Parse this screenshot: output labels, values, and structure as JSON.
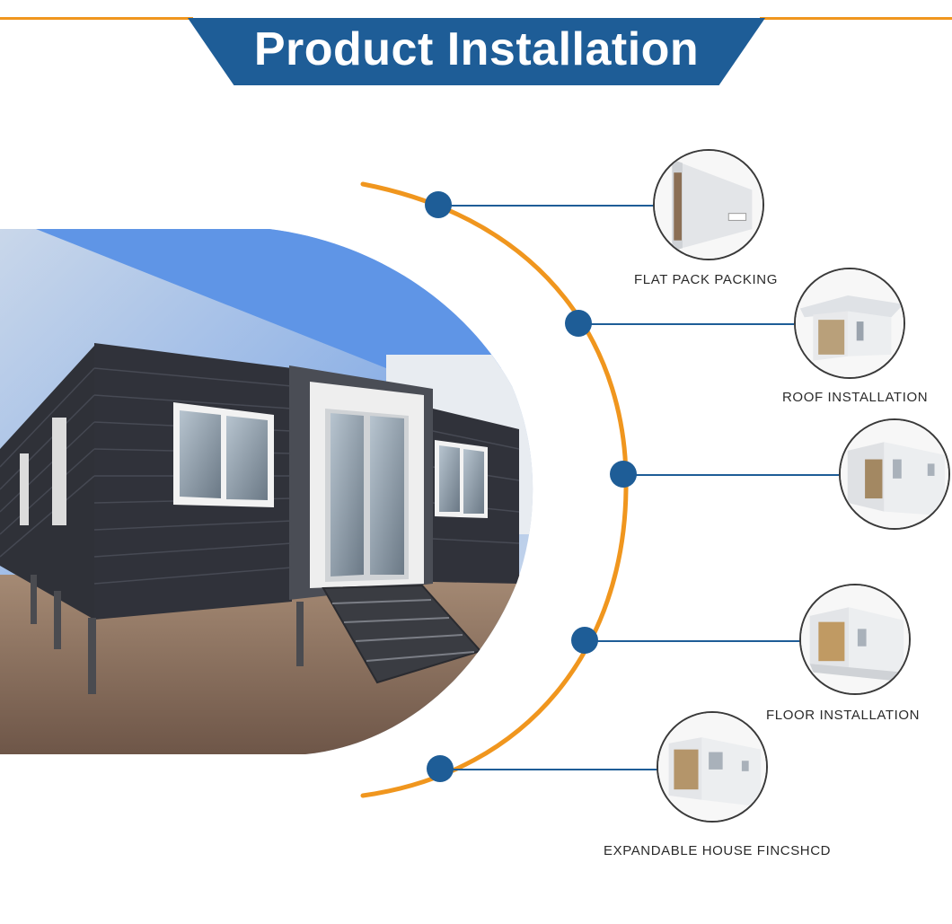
{
  "header": {
    "title": "Product Installation"
  },
  "colors": {
    "banner": "#1e5d97",
    "accent_orange": "#f0961e",
    "node_blue": "#1e5d97",
    "caption_text": "#2a2a2a"
  },
  "steps": [
    {
      "label": "FLAT PACK PACKING",
      "icon": "flat-pack-container-image"
    },
    {
      "label": "ROOF INSTALLATION",
      "icon": "roof-install-image"
    },
    {
      "label": "",
      "icon": "wall-expansion-image"
    },
    {
      "label": "FLOOR INSTALLATION",
      "icon": "floor-install-image"
    },
    {
      "label": "EXPANDABLE HOUSE FINCSHCD",
      "icon": "finished-house-image"
    }
  ],
  "hero": {
    "icon": "expandable-house-photo"
  }
}
